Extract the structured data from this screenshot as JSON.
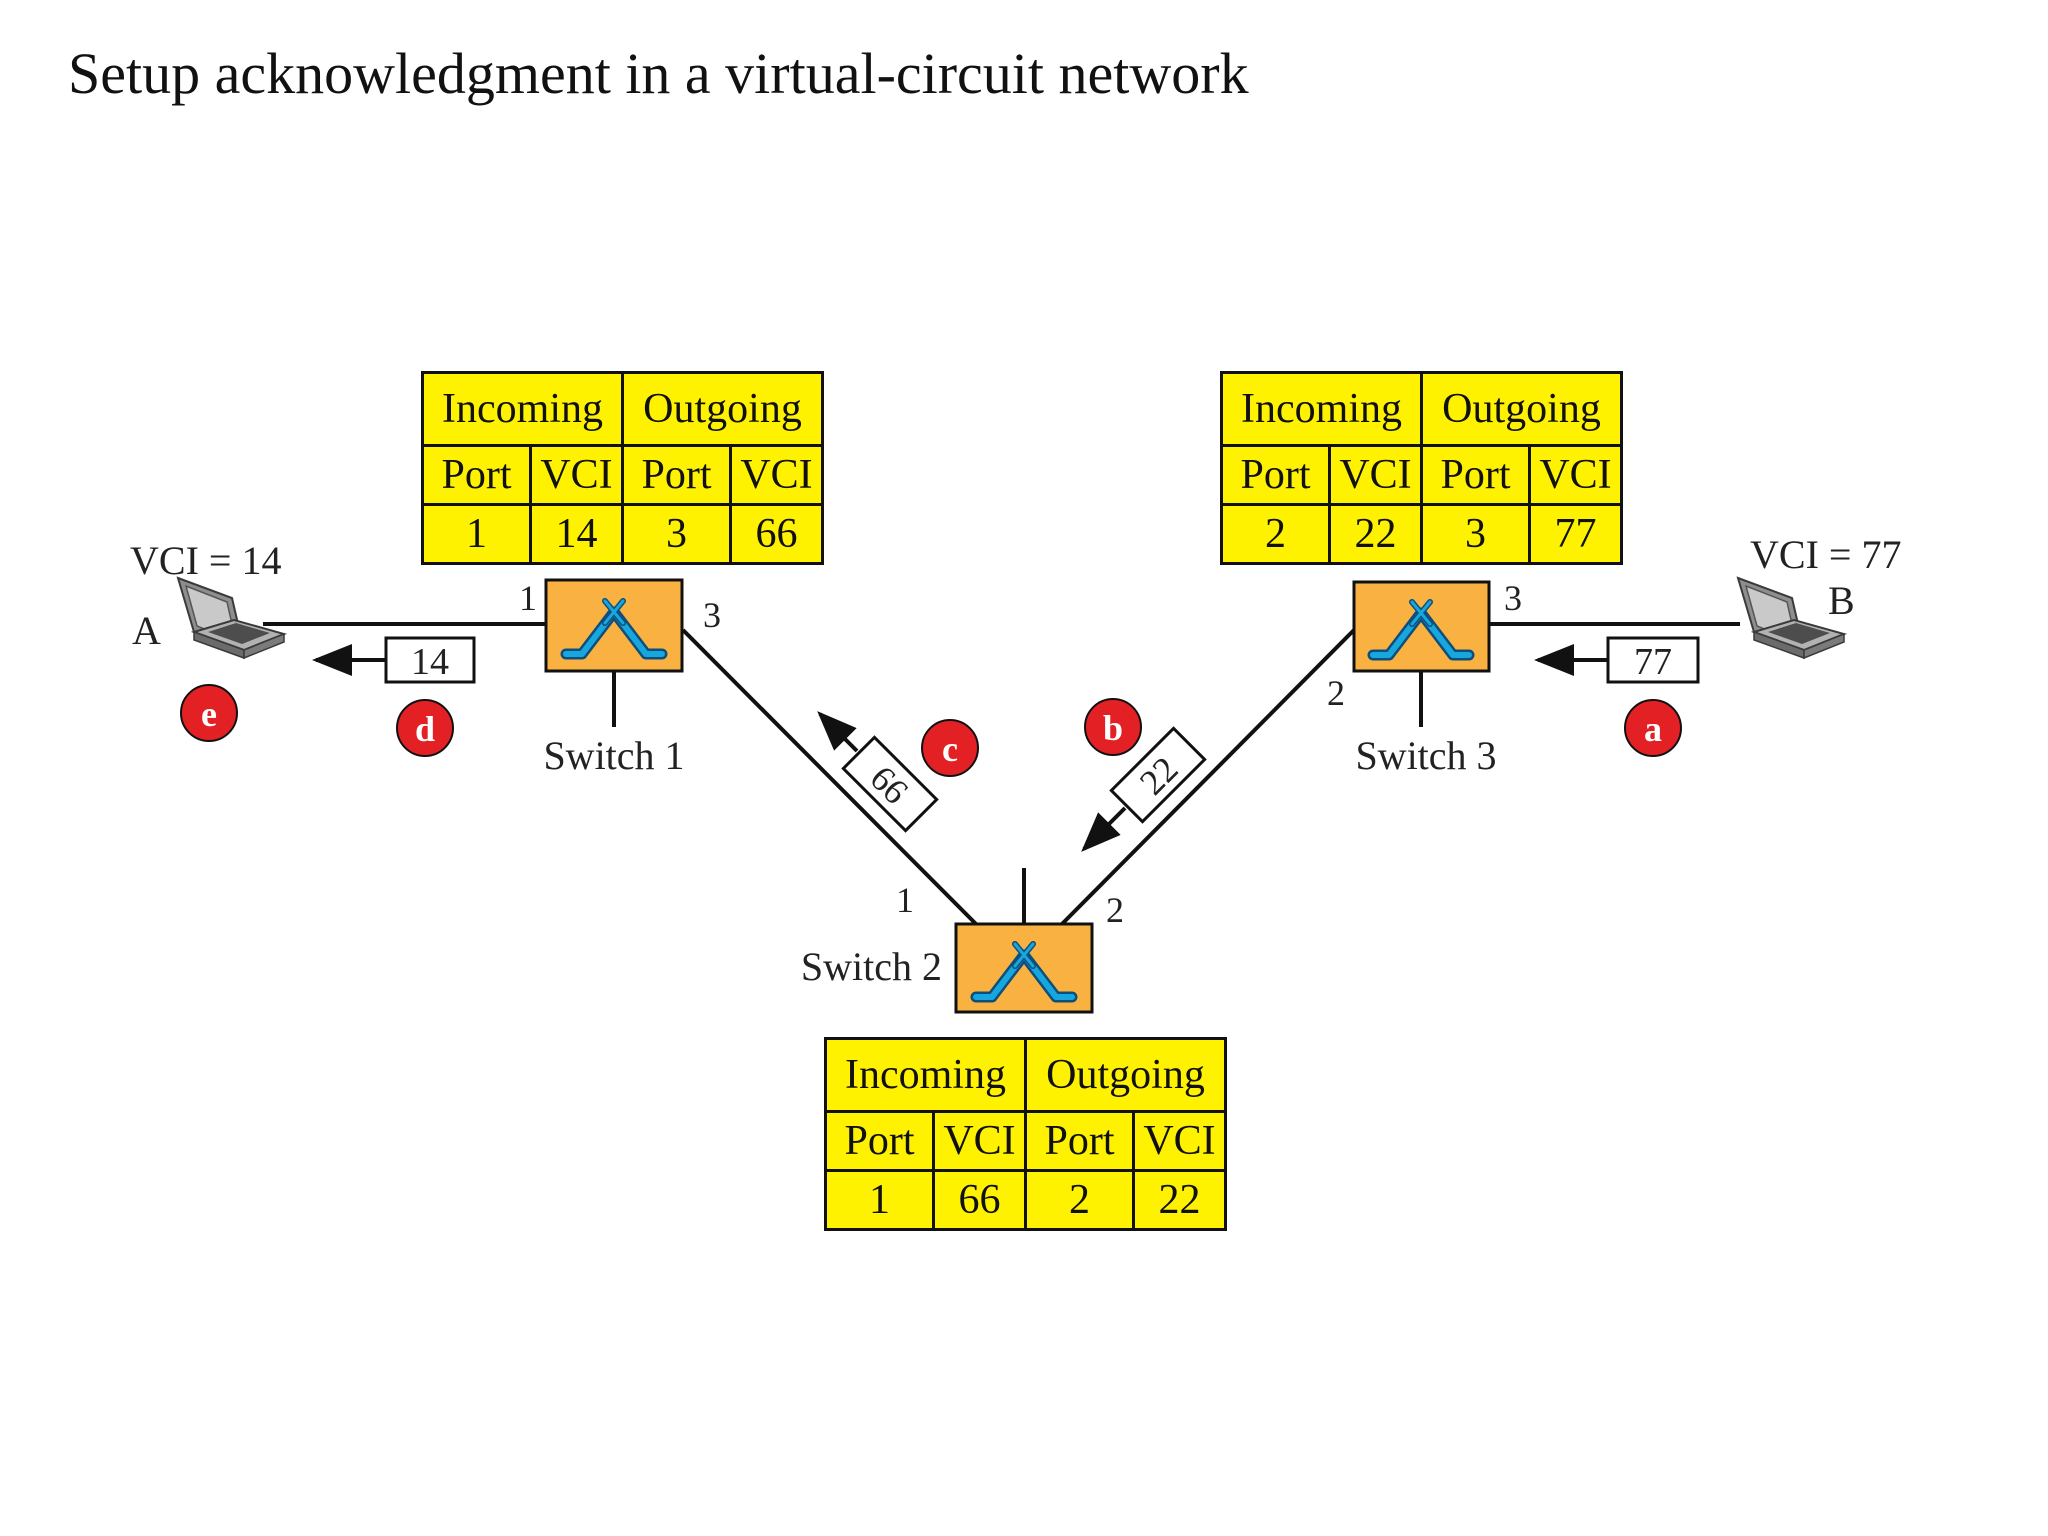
{
  "title": "Setup acknowledgment in a virtual-circuit network",
  "colors": {
    "switch_fill": "#f9b242",
    "switch_icon": "#18a6df",
    "table_fill": "#fff200",
    "step_badge": "#e32125"
  },
  "icons": {
    "computer": "laptop-icon",
    "switch": "switch-icon"
  },
  "hosts": {
    "a": {
      "name": "A",
      "vci": "VCI = 14"
    },
    "b": {
      "name": "B",
      "vci": "VCI = 77"
    }
  },
  "switches": {
    "s1": {
      "name": "Switch 1",
      "ports": {
        "left": "1",
        "right": "3"
      }
    },
    "s2": {
      "name": "Switch 2",
      "ports": {
        "left": "1",
        "right": "2"
      }
    },
    "s3": {
      "name": "Switch 3",
      "ports": {
        "left": "2",
        "right": "3"
      }
    }
  },
  "packets": {
    "a": "77",
    "b": "22",
    "c": "66",
    "d": "14"
  },
  "steps": {
    "a": "a",
    "b": "b",
    "c": "c",
    "d": "d",
    "e": "e"
  },
  "table_headers": {
    "incoming": "Incoming",
    "outgoing": "Outgoing",
    "port": "Port",
    "vci": "VCI"
  },
  "tables": {
    "s1": {
      "in_port": "1",
      "in_vci": "14",
      "out_port": "3",
      "out_vci": "66"
    },
    "s2": {
      "in_port": "1",
      "in_vci": "66",
      "out_port": "2",
      "out_vci": "22"
    },
    "s3": {
      "in_port": "2",
      "in_vci": "22",
      "out_port": "3",
      "out_vci": "77"
    }
  }
}
